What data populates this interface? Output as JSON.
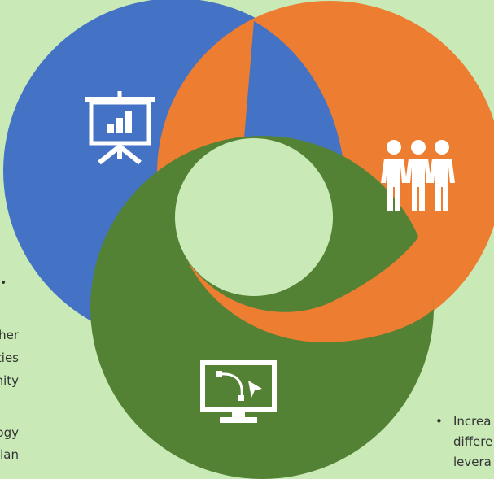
{
  "left_column": {
    "bullet_marker": "•",
    "lines": [
      "her",
      "ties",
      "nity",
      "ogy",
      "lan"
    ]
  },
  "right_column": {
    "bullet_marker": "•",
    "lines": [
      "Increa",
      "differe",
      "levera"
    ]
  },
  "colors": {
    "background": "#c9eab7",
    "blue": "#4472c4",
    "orange": "#ed7d31",
    "green": "#548235",
    "icon": "#ffffff"
  },
  "icons": {
    "blue_segment": "presentation-chart-icon",
    "orange_segment": "team-people-icon",
    "green_segment": "monitor-design-icon"
  }
}
